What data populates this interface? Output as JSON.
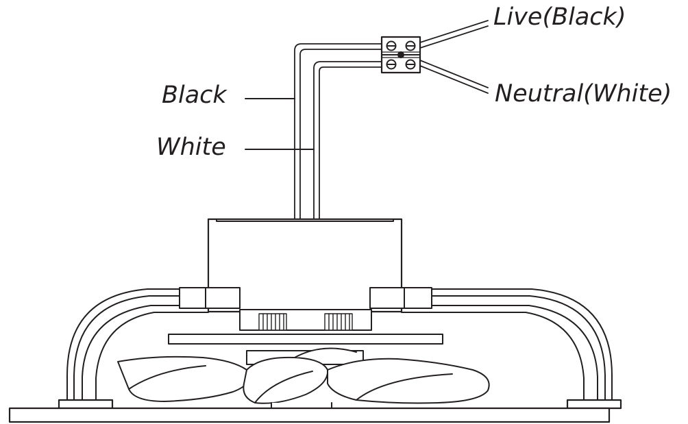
{
  "labels": {
    "live": "Live(Black)",
    "neutral": "Neutral(White)",
    "black": "Black",
    "white": "White"
  },
  "colors": {
    "line": "#231f20",
    "background": "#ffffff"
  }
}
